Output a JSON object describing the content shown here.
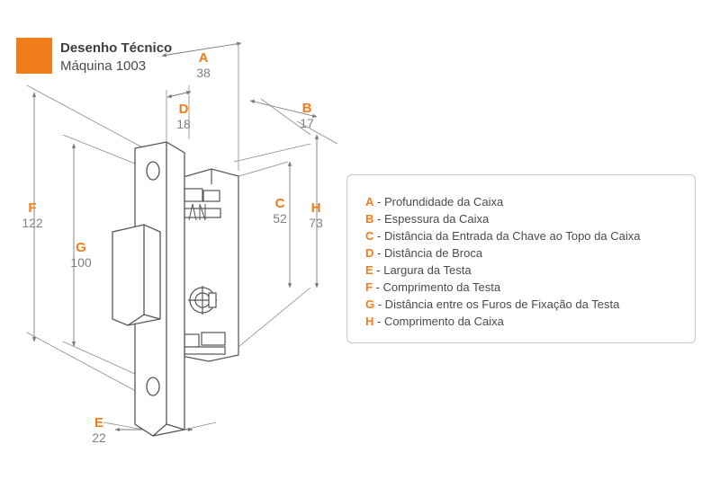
{
  "header": {
    "title": "Desenho Técnico",
    "subtitle": "Máquina 1003"
  },
  "colors": {
    "accent": "#f07d1a",
    "line": "#555555",
    "dim_line": "#7a7a7a",
    "value": "#808080"
  },
  "dimensions": [
    {
      "id": "A",
      "letter": "A",
      "value": "38"
    },
    {
      "id": "B",
      "letter": "B",
      "value": "17"
    },
    {
      "id": "C",
      "letter": "C",
      "value": "52"
    },
    {
      "id": "D",
      "letter": "D",
      "value": "18"
    },
    {
      "id": "E",
      "letter": "E",
      "value": "22"
    },
    {
      "id": "F",
      "letter": "F",
      "value": "122"
    },
    {
      "id": "G",
      "letter": "G",
      "value": "100"
    },
    {
      "id": "H",
      "letter": "H",
      "value": "73"
    }
  ],
  "legend": [
    {
      "letter": "A",
      "text": " - Profundidade da Caixa"
    },
    {
      "letter": "B",
      "text": " - Espessura da Caixa"
    },
    {
      "letter": "C",
      "text": " - Distância da Entrada da Chave ao Topo da Caixa"
    },
    {
      "letter": "D",
      "text": " - Distância de Broca"
    },
    {
      "letter": "E",
      "text": " - Largura da Testa"
    },
    {
      "letter": "F",
      "text": " - Comprimento da Testa"
    },
    {
      "letter": "G",
      "text": " - Distância entre os Furos de Fixação da Testa"
    },
    {
      "letter": "H",
      "text": " - Comprimento da Caixa"
    }
  ]
}
